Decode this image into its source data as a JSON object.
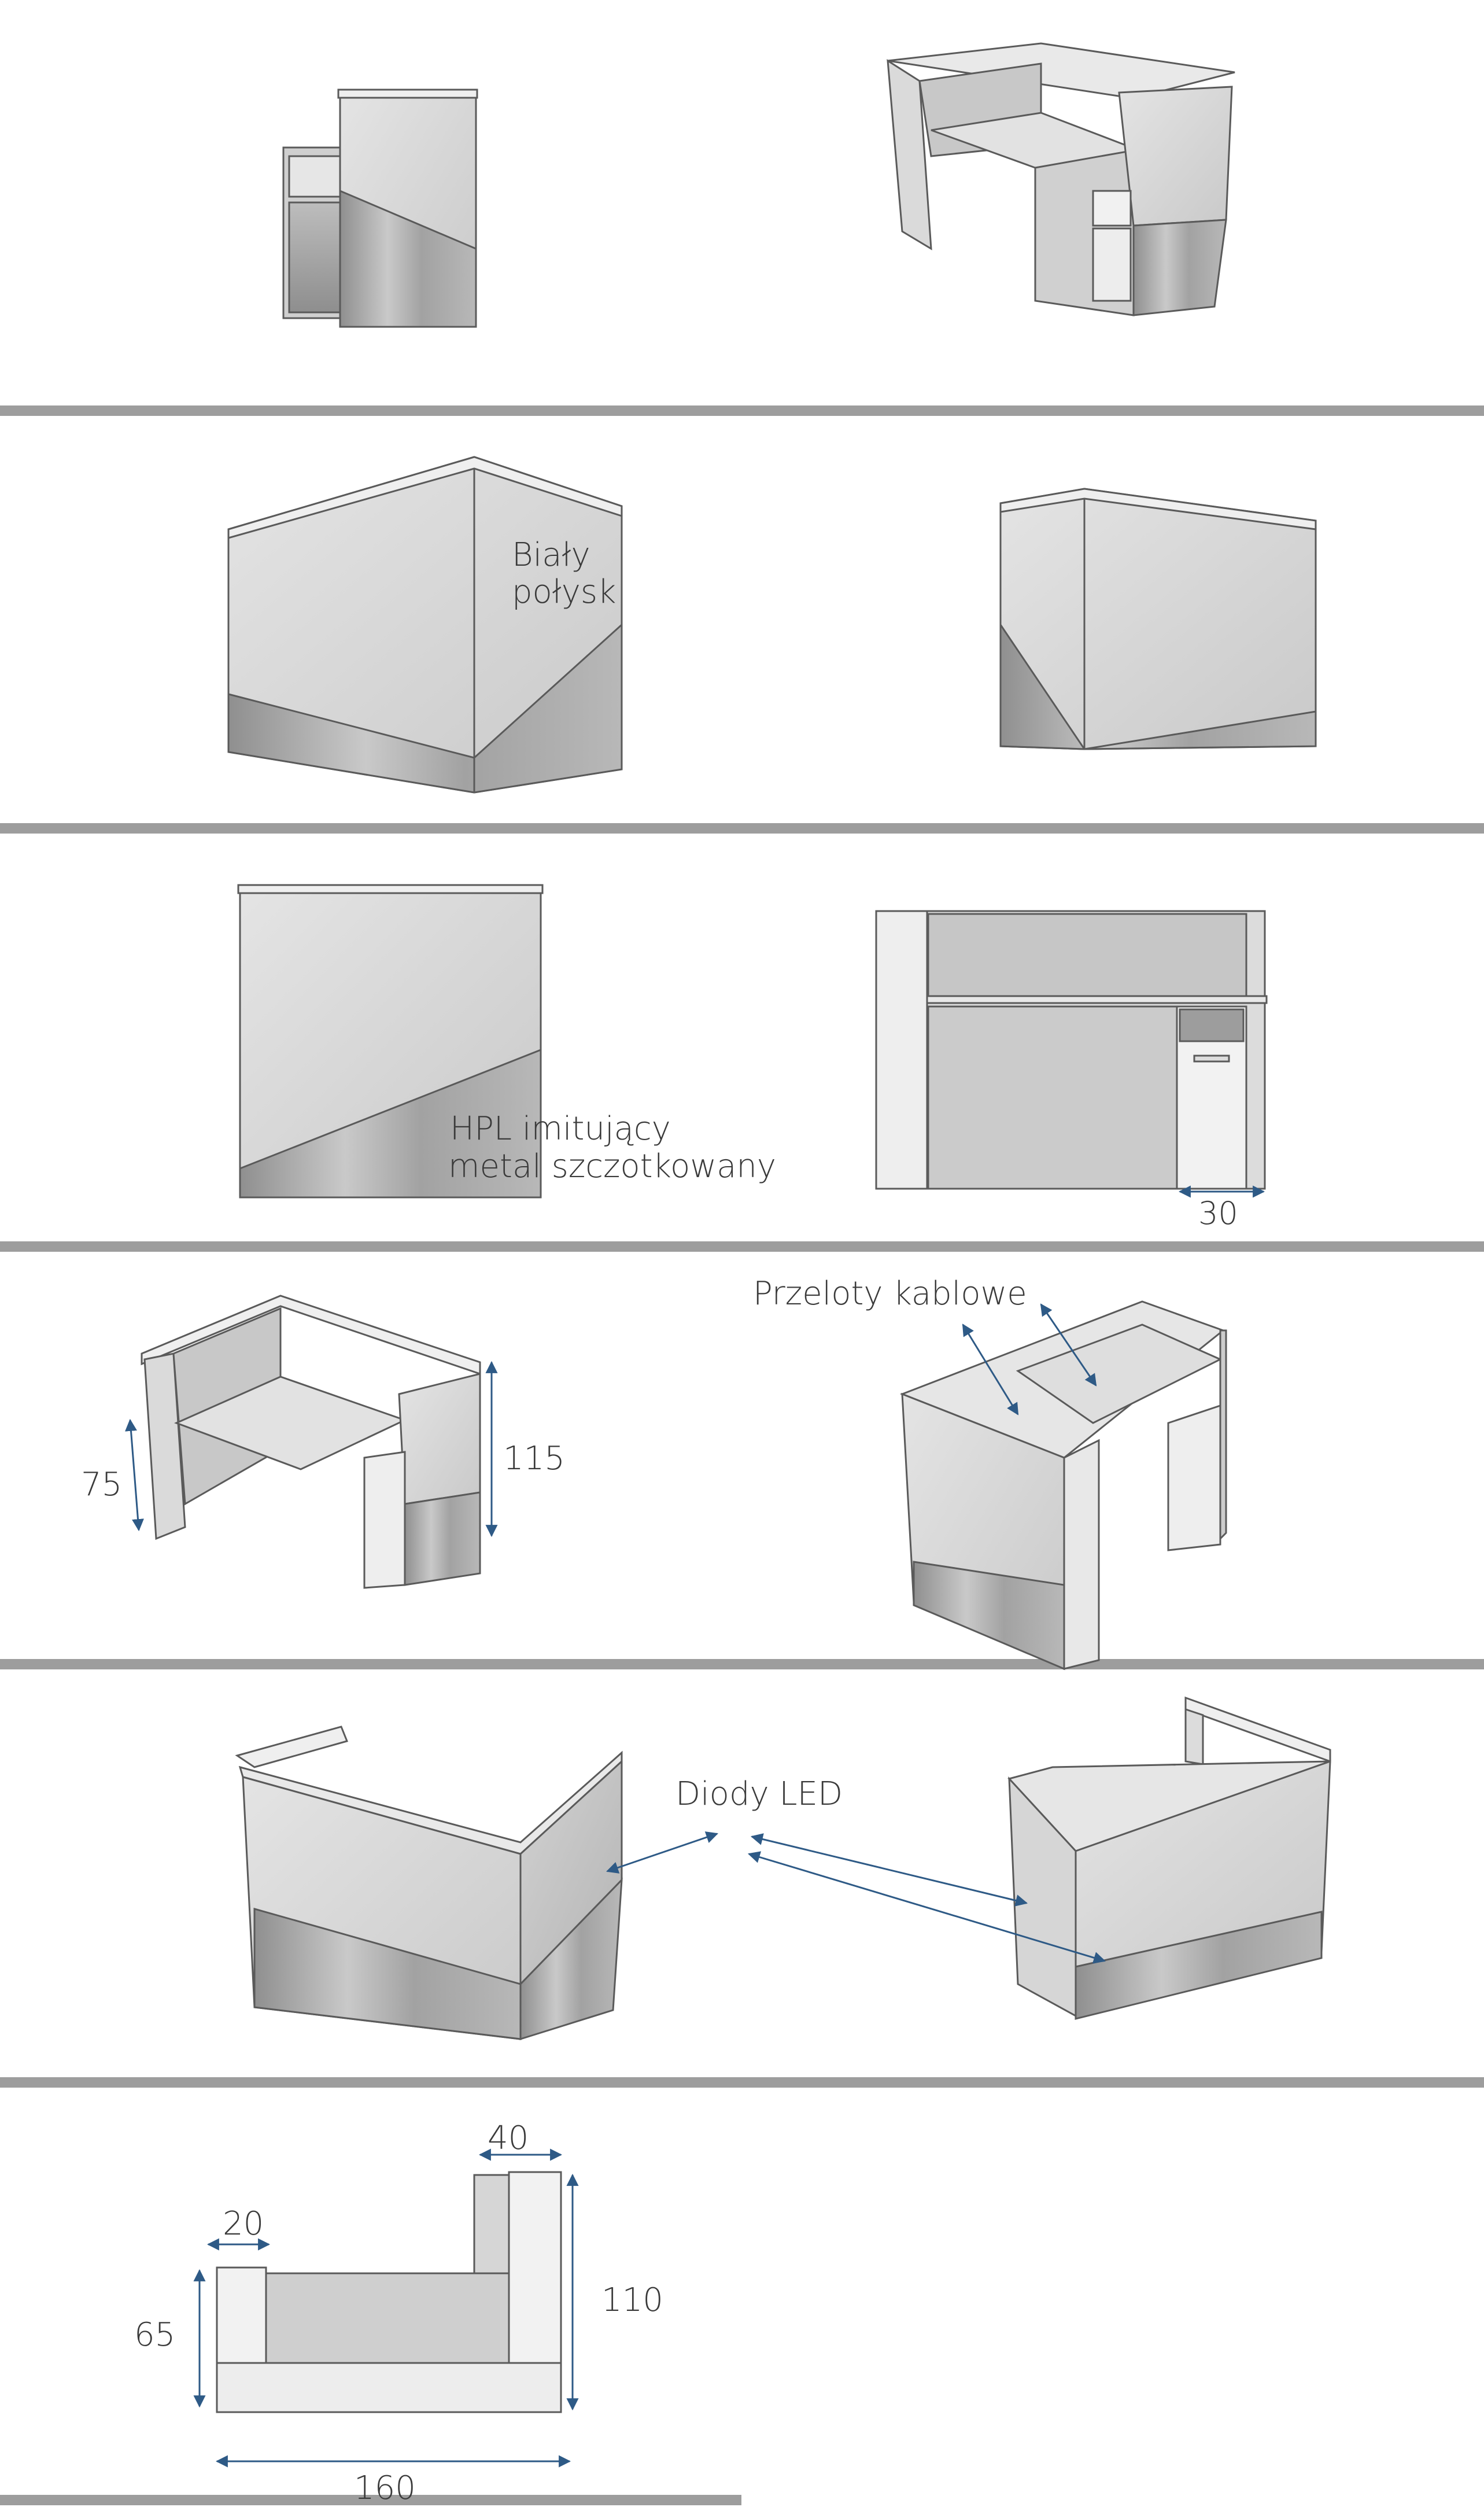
{
  "labels": {
    "white_gloss_line1": "Biały",
    "white_gloss_line2": "połysk",
    "hpl_line1": "HPL imitujący",
    "hpl_line2": "metal szczotkowany",
    "dim_30": "30",
    "cable_ports": "Przeloty kablowe",
    "dim_75": "75",
    "dim_115": "115",
    "led": "Diody LED",
    "dim_40": "40",
    "dim_20": "20",
    "dim_65": "65",
    "dim_110": "110",
    "dim_160": "160"
  },
  "colors": {
    "divider": "#9d9d9d",
    "panel_light": "#dcdcdc",
    "panel_mid": "#c4c4c4",
    "steel": "#a9a9a9",
    "outline": "#5a5a5a",
    "dimension": "#2e5a86",
    "text": "#3a3a3a"
  }
}
